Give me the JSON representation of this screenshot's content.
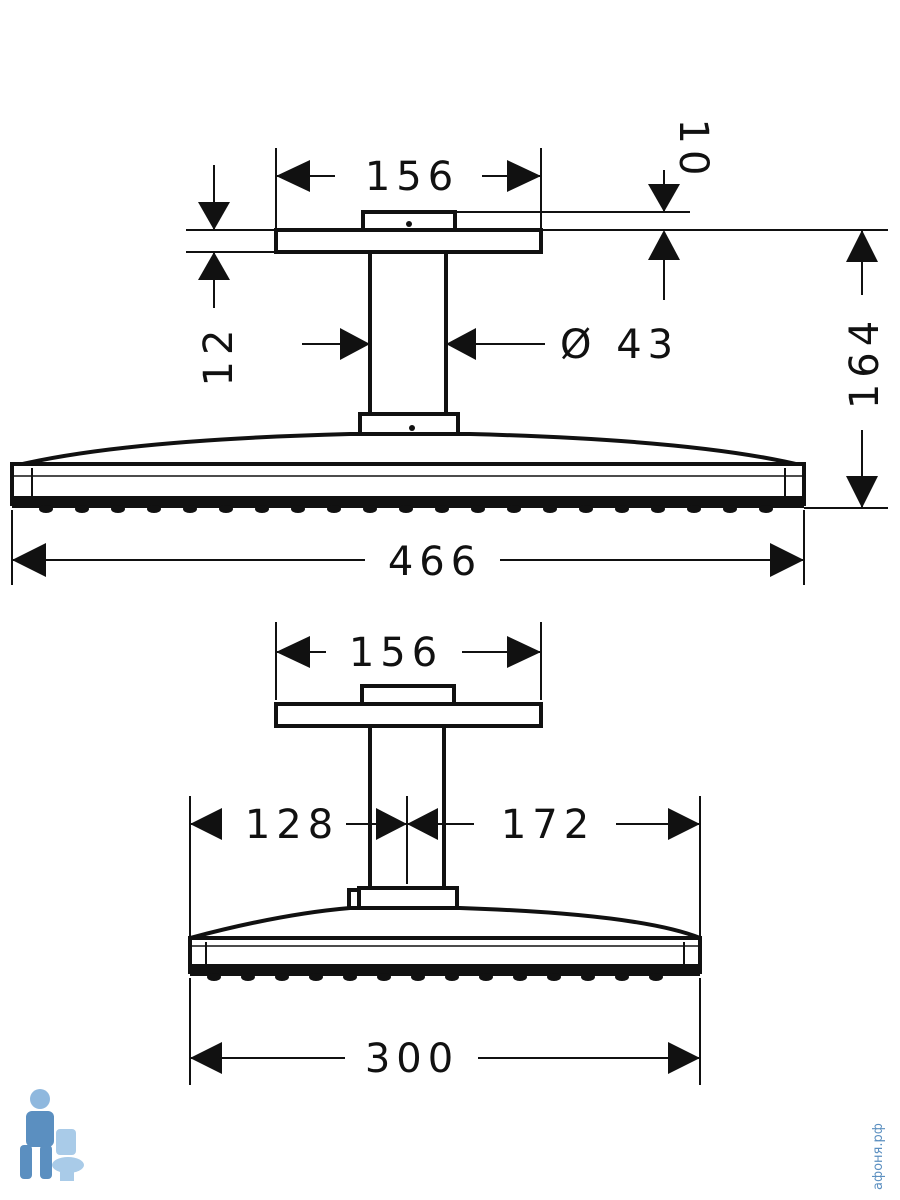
{
  "top_view": {
    "flange_width": "156",
    "flange_gap": "10",
    "flange_thickness": "12",
    "arm_diameter": "Ø 43",
    "total_height": "164",
    "head_length": "466"
  },
  "side_view": {
    "flange_width": "156",
    "offset_left": "128",
    "offset_right": "172",
    "head_width": "300"
  },
  "watermark": {
    "text": "афоня.рф",
    "mascot_icon": "plumber-mascot-icon"
  }
}
